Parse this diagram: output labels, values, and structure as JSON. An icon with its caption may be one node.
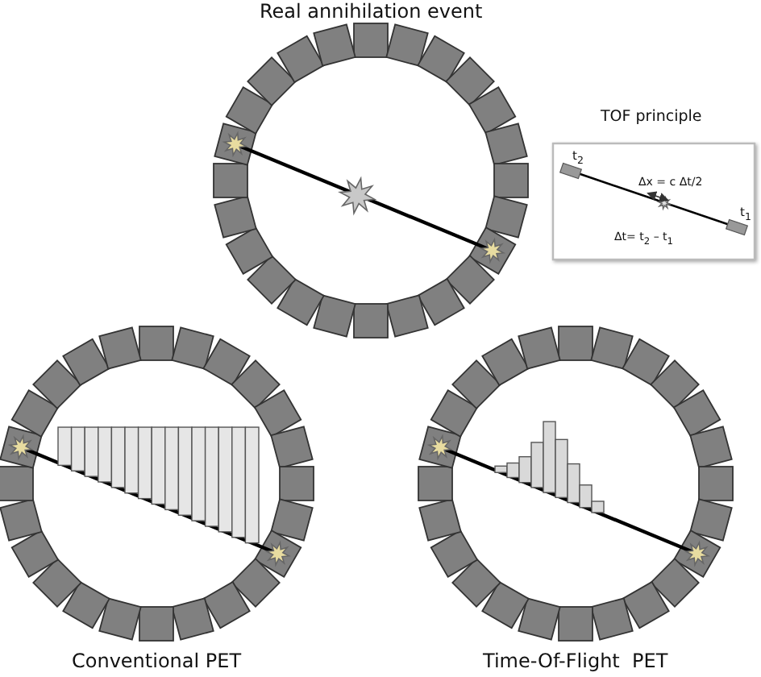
{
  "diagram": {
    "labels": [
      "Real annihilation event",
      "TOF principle",
      "t$_{2}$",
      "Δx = c Δt/2",
      "t$_{1}$",
      "Δt= t$_{2}$ – t$_{1}$",
      "Conventional PET",
      "Time-Of-Flight  PET"
    ]
  }
}
